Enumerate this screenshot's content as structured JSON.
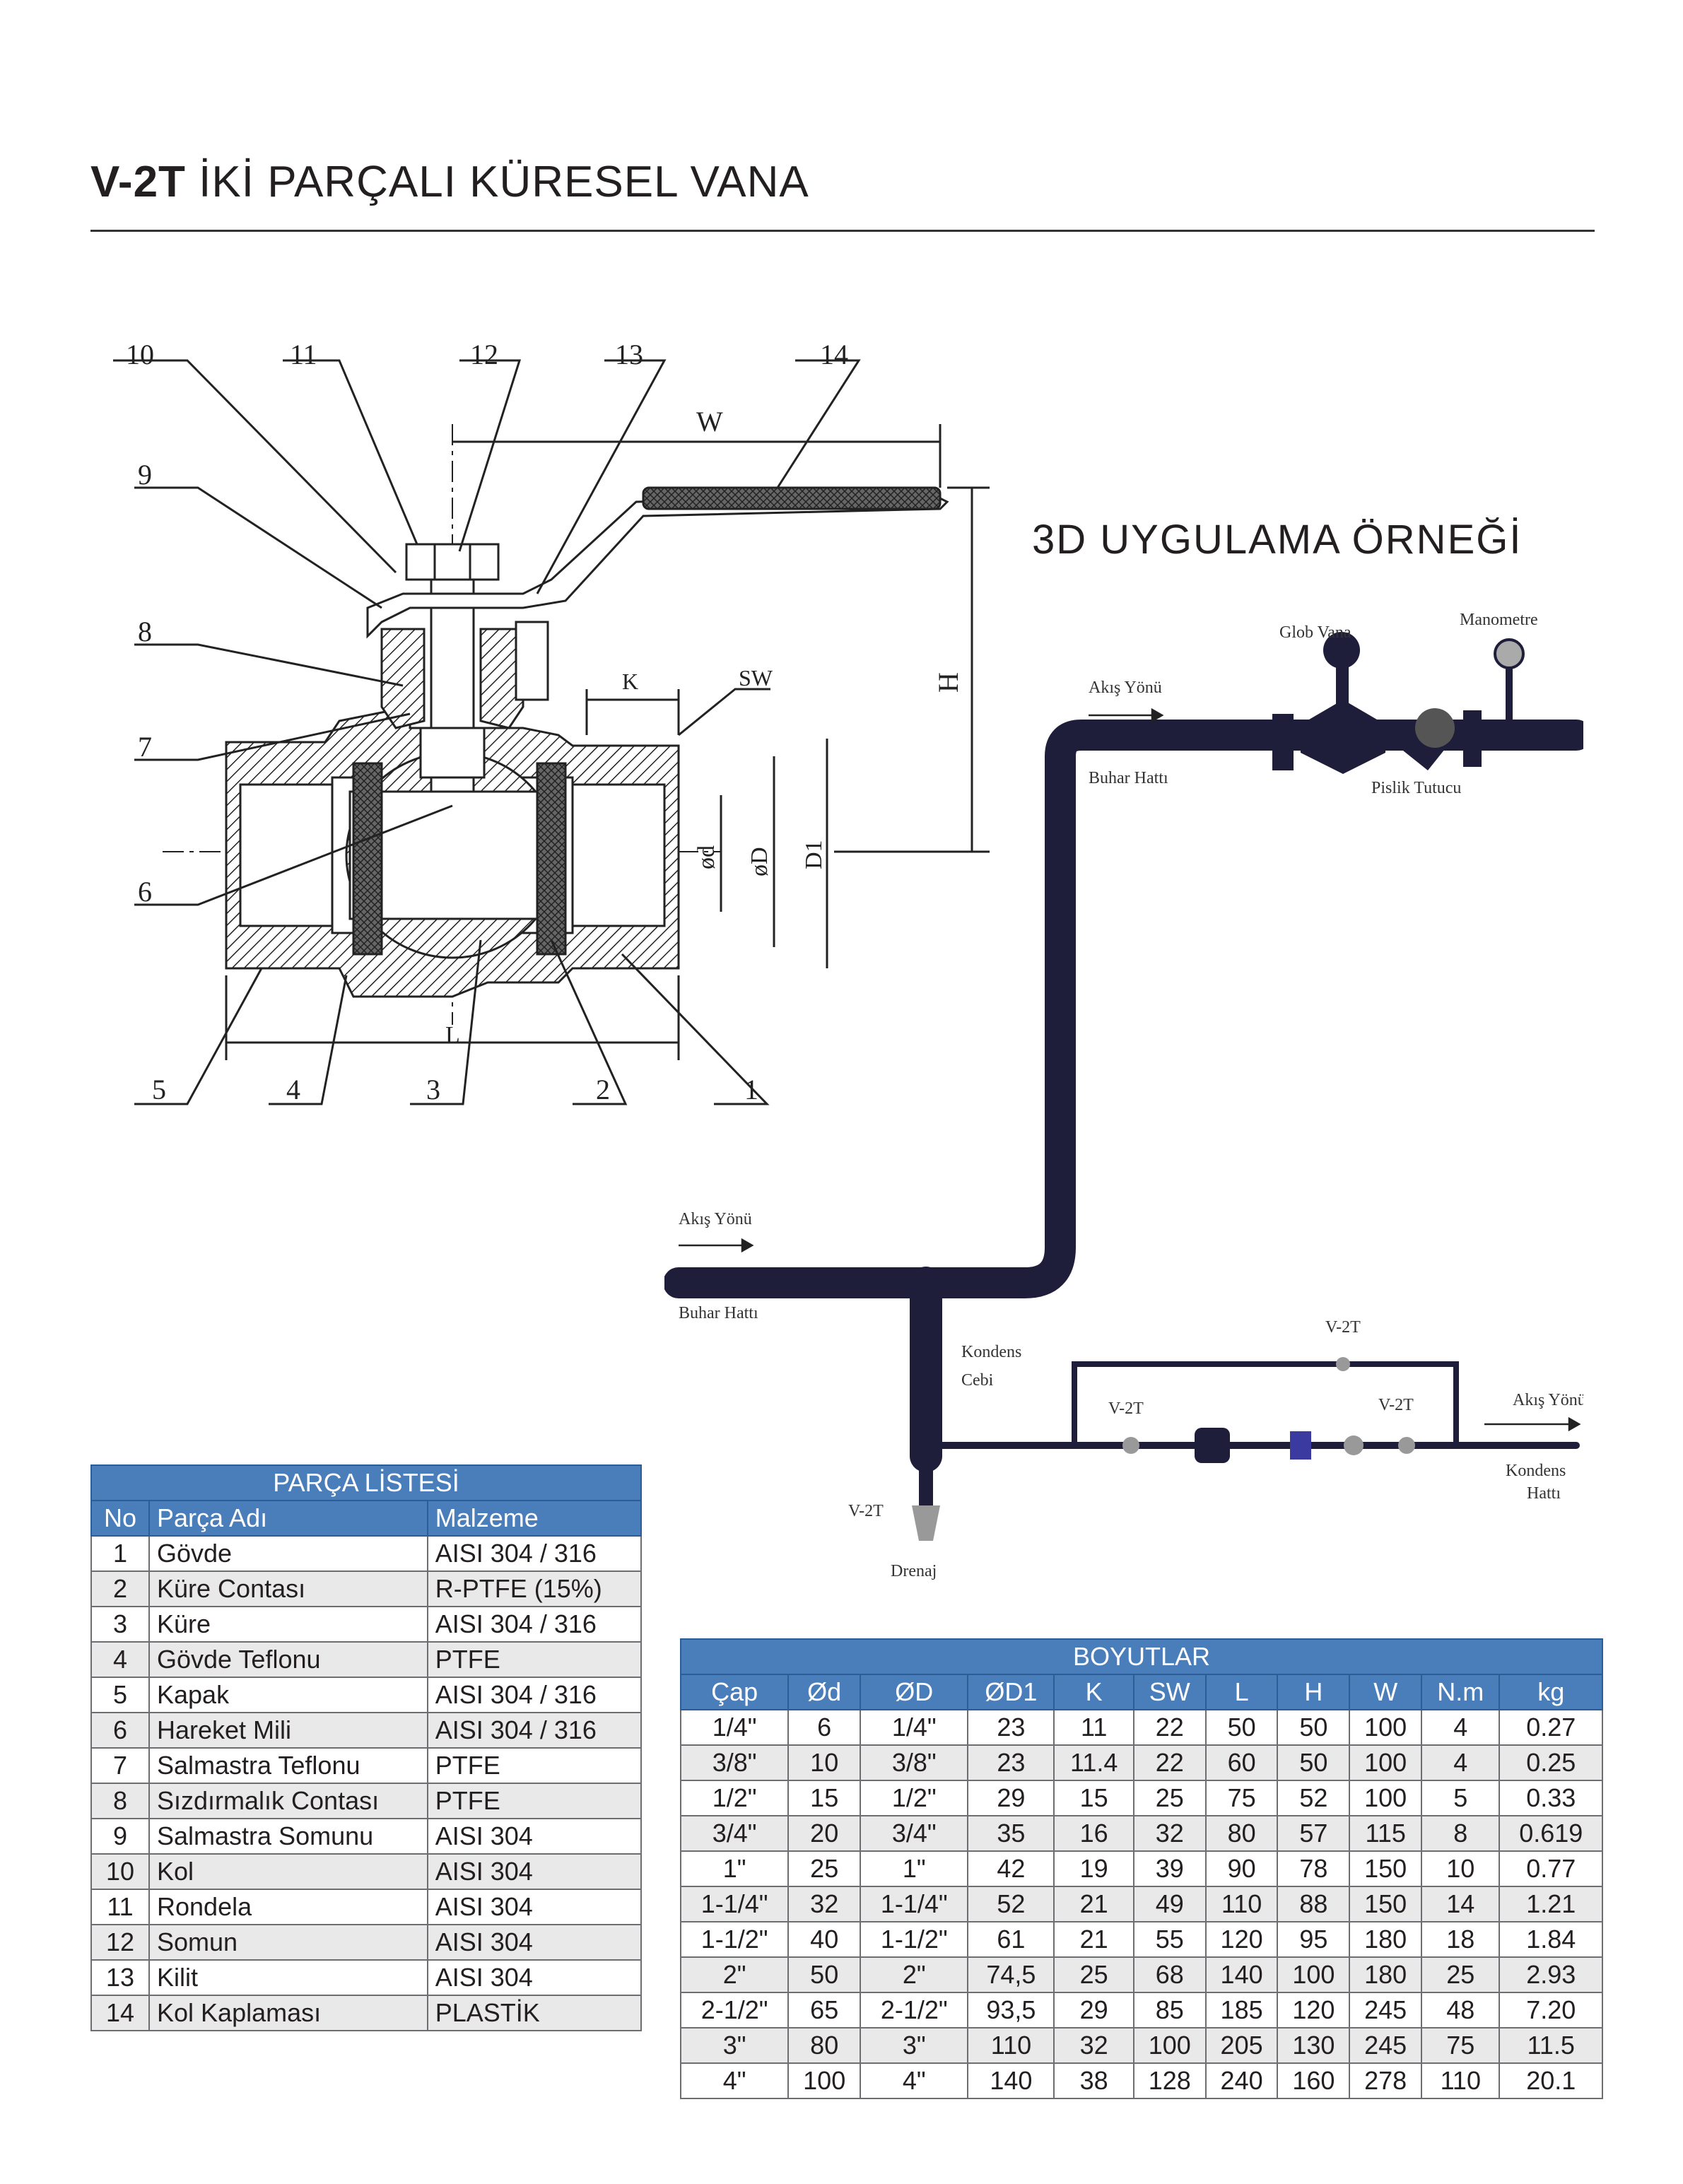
{
  "header": {
    "code": "V-2T",
    "title": "İKİ PARÇALI KÜRESEL VANA"
  },
  "drawing": {
    "callouts": [
      "1",
      "2",
      "3",
      "4",
      "5",
      "6",
      "7",
      "8",
      "9",
      "10",
      "11",
      "12",
      "13",
      "14"
    ],
    "dims": {
      "W": "W",
      "H": "H",
      "K": "K",
      "SW": "SW",
      "d": "ød",
      "D": "øD",
      "D1": "D1",
      "L": "L"
    }
  },
  "application": {
    "title": "3D UYGULAMA ÖRNEĞİ",
    "labels": {
      "flow_top": "Akış Yönü",
      "steam_top": "Buhar Hattı",
      "globe": "Glob Vana",
      "manometer": "Manometre",
      "strainer": "Pislik Tutucu",
      "flow_left": "Akış Yönü",
      "steam_left": "Buhar Hattı",
      "condensate_pocket_1": "Kondens",
      "condensate_pocket_2": "Cebi",
      "v2t_a": "V-2T",
      "v2t_b": "V-2T",
      "v2t_c": "V-2T",
      "v2t_d": "V-2T",
      "flow_right": "Akış Yönü",
      "condensate_line_1": "Kondens",
      "condensate_line_2": "Hattı",
      "drain": "Drenaj"
    }
  },
  "parts": {
    "caption": "PARÇA LİSTESİ",
    "headers": [
      "No",
      "Parça Adı",
      "Malzeme"
    ],
    "rows": [
      [
        "1",
        "Gövde",
        "AISI 304 / 316"
      ],
      [
        "2",
        "Küre Contası",
        "R-PTFE (15%)"
      ],
      [
        "3",
        "Küre",
        "AISI 304 / 316"
      ],
      [
        "4",
        "Gövde Teflonu",
        "PTFE"
      ],
      [
        "5",
        "Kapak",
        "AISI 304 / 316"
      ],
      [
        "6",
        "Hareket Mili",
        "AISI 304 / 316"
      ],
      [
        "7",
        "Salmastra Teflonu",
        "PTFE"
      ],
      [
        "8",
        "Sızdırmalık Contası",
        "PTFE"
      ],
      [
        "9",
        "Salmastra Somunu",
        "AISI 304"
      ],
      [
        "10",
        "Kol",
        "AISI 304"
      ],
      [
        "11",
        "Rondela",
        "AISI 304"
      ],
      [
        "12",
        "Somun",
        "AISI 304"
      ],
      [
        "13",
        "Kilit",
        "AISI 304"
      ],
      [
        "14",
        "Kol Kaplaması",
        "PLASTİK"
      ]
    ]
  },
  "dimensions": {
    "caption": "BOYUTLAR",
    "headers": [
      "Çap",
      "Ød",
      "ØD",
      "ØD1",
      "K",
      "SW",
      "L",
      "H",
      "W",
      "N.m",
      "kg"
    ],
    "rows": [
      [
        "1/4\"",
        "6",
        "1/4\"",
        "23",
        "11",
        "22",
        "50",
        "50",
        "100",
        "4",
        "0.27"
      ],
      [
        "3/8\"",
        "10",
        "3/8\"",
        "23",
        "11.4",
        "22",
        "60",
        "50",
        "100",
        "4",
        "0.25"
      ],
      [
        "1/2\"",
        "15",
        "1/2\"",
        "29",
        "15",
        "25",
        "75",
        "52",
        "100",
        "5",
        "0.33"
      ],
      [
        "3/4\"",
        "20",
        "3/4\"",
        "35",
        "16",
        "32",
        "80",
        "57",
        "115",
        "8",
        "0.619"
      ],
      [
        "1\"",
        "25",
        "1\"",
        "42",
        "19",
        "39",
        "90",
        "78",
        "150",
        "10",
        "0.77"
      ],
      [
        "1-1/4\"",
        "32",
        "1-1/4\"",
        "52",
        "21",
        "49",
        "110",
        "88",
        "150",
        "14",
        "1.21"
      ],
      [
        "1-1/2\"",
        "40",
        "1-1/2\"",
        "61",
        "21",
        "55",
        "120",
        "95",
        "180",
        "18",
        "1.84"
      ],
      [
        "2\"",
        "50",
        "2\"",
        "74,5",
        "25",
        "68",
        "140",
        "100",
        "180",
        "25",
        "2.93"
      ],
      [
        "2-1/2\"",
        "65",
        "2-1/2\"",
        "93,5",
        "29",
        "85",
        "185",
        "120",
        "245",
        "48",
        "7.20"
      ],
      [
        "3\"",
        "80",
        "3\"",
        "110",
        "32",
        "100",
        "205",
        "130",
        "245",
        "75",
        "11.5"
      ],
      [
        "4\"",
        "100",
        "4\"",
        "140",
        "38",
        "128",
        "240",
        "160",
        "278",
        "110",
        "20.1"
      ]
    ]
  },
  "colors": {
    "table_header": "#4a7ebb",
    "pipe": "#1e1d3a",
    "row_alt": "#e9e9ea"
  }
}
